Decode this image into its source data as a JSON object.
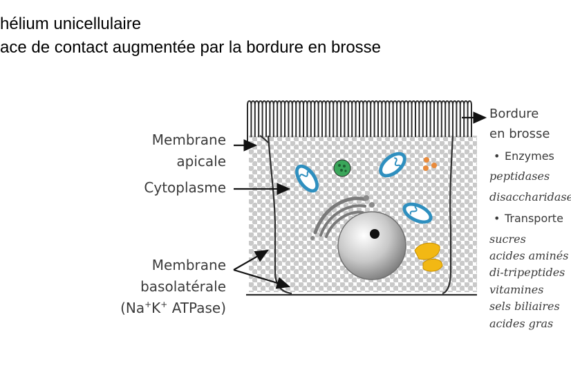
{
  "heading": {
    "line1": "hélium unicellulaire",
    "line2": "ace de contact augmentée par la bordure en brosse"
  },
  "labels": {
    "membrane_apicale": [
      "Membrane",
      "apicale"
    ],
    "cytoplasme": "Cytoplasme",
    "membrane_basolaterale": [
      "Membrane",
      "basolatérale"
    ],
    "atpase": {
      "na": "Na",
      "plus1": "+",
      "k": "K",
      "plus2": "+",
      "rest": " ATPase)",
      "open": "("
    }
  },
  "right_panel": {
    "bordure": [
      "Bordure",
      "en brosse"
    ],
    "enzymes": {
      "bullet": "•",
      "title": "Enzymes",
      "items": [
        "peptidases",
        "disaccharidases"
      ]
    },
    "transporteurs": {
      "bullet": "•",
      "title": "Transporte",
      "items": [
        "sucres",
        "acides aminés",
        "di-tripeptides",
        "vitamines",
        "sels biliaires",
        "acides gras"
      ]
    }
  },
  "colors": {
    "cytoplasm_dots": "#c9c9c9",
    "mitochondria": "#2e8fbf",
    "granule": "#3aa65a",
    "vesicles": "#e98a3a",
    "lipid": "#f2b814",
    "outline": "#2b2b2b"
  }
}
